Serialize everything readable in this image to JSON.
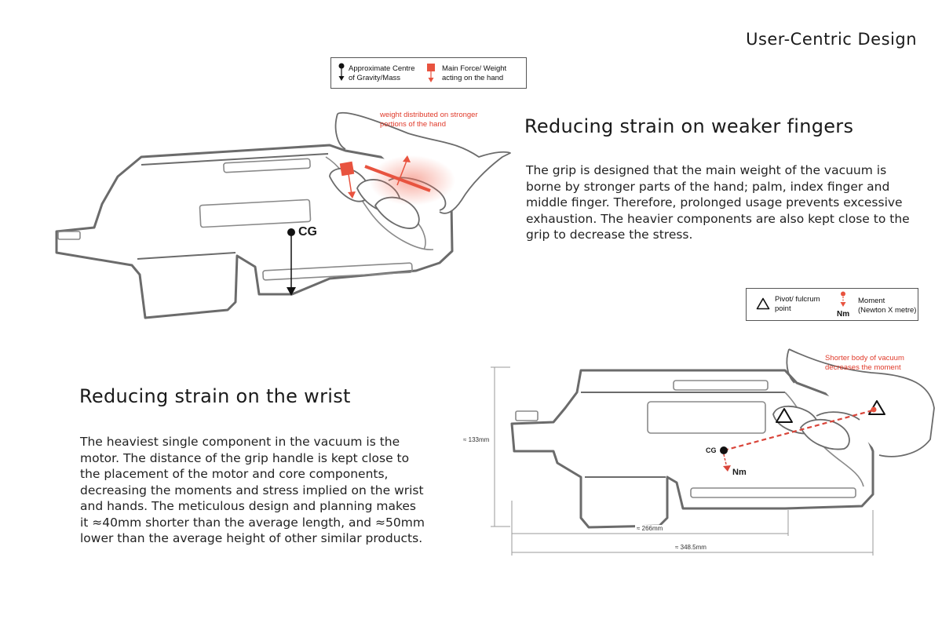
{
  "page": {
    "title": "User-Centric Design"
  },
  "legend_top": {
    "cg_label": "Approximate Centre\nof Gravity/Mass",
    "force_label": "Main Force/ Weight\nacting on the hand"
  },
  "legend_bottom": {
    "pivot_label": "Pivot/ fulcrum\npoint",
    "moment_label": "Moment\n(Newton X metre)",
    "moment_symbol": "Nm"
  },
  "section_fingers": {
    "heading": "Reducing strain on weaker fingers",
    "body": "The grip is designed that the main weight of the vacuum is borne by stronger parts of the hand; palm, index finger and middle finger. Therefore, prolonged usage prevents excessive exhaustion. The heavier components are also kept close to the grip to decrease the stress.",
    "note": "weight distributed on stronger\nportions of the hand",
    "cg_label": "CG"
  },
  "section_wrist": {
    "heading": "Reducing strain on the wrist",
    "body": "The heaviest single component in the vacuum is the motor. The distance of the grip handle is kept close to the placement of the motor and core components, decreasing the moments and stress implied on the wrist and hands. The meticulous design and planning makes it ≈40mm shorter than the average length, and ≈50mm lower than the average height of other similar products.",
    "note": "Shorter body of vacuum\ndecreases the moment",
    "cg_label": "CG",
    "moment_label": "Nm",
    "dim_height": "≈ 133mm",
    "dim_short": "≈ 266mm",
    "dim_long": "≈ 348.5mm"
  },
  "colors": {
    "accent_red": "#e03a2a",
    "outline": "#6b6b6b",
    "text": "#1a1a1a"
  },
  "icons": [
    "cg-marker-icon",
    "force-marker-icon",
    "pivot-triangle-icon",
    "moment-marker-icon"
  ]
}
